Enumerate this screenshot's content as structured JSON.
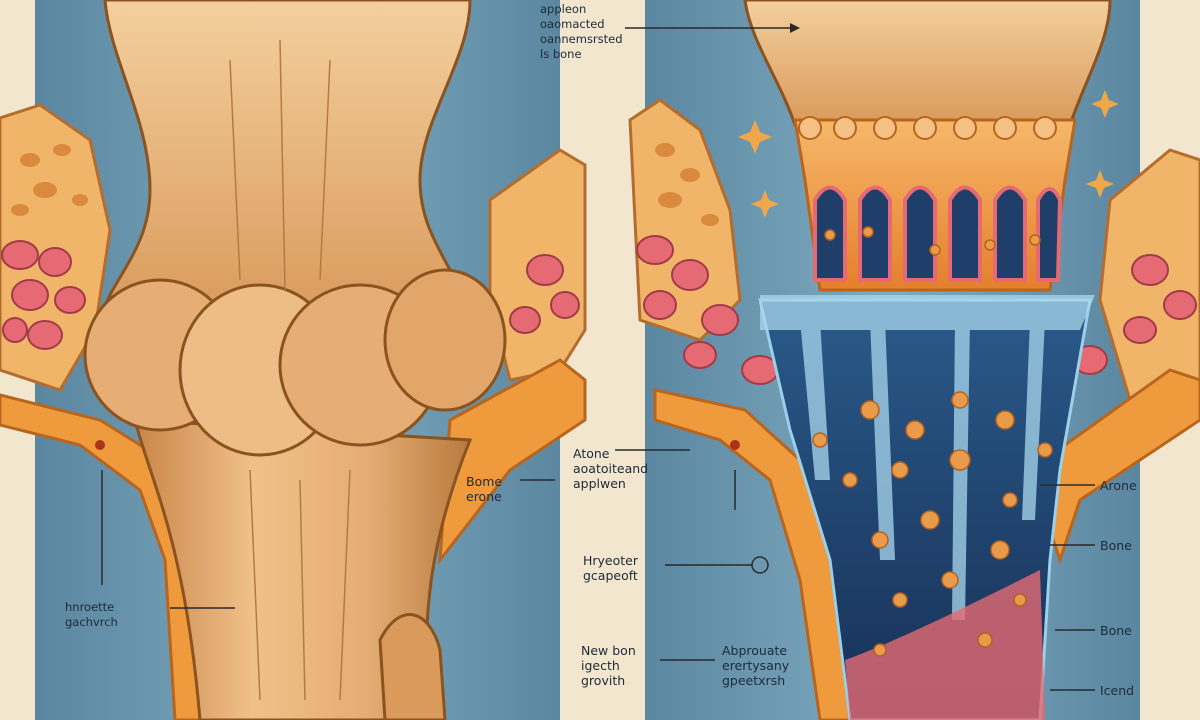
{
  "top_label": "appleon\noaomacted\noannemsrsted\nls bone",
  "left_panel": {
    "label_bome": "Bome\nerone",
    "label_hnroette": "hnroette\ngachvrch",
    "label_hypertion": "Hryeoter\ngcapeoft"
  },
  "center_labels": {
    "label_atone": "Atone\naoatoiteand\napplwen",
    "label_new_bon": "New bon\nigecth\ngrovith",
    "label_abprouate": "Abprouate\nerertysany\ngpeetxrsh"
  },
  "right_panel": {
    "label_arone": "Arone",
    "label_bone_1": "Bone",
    "label_bone_2": "Bone",
    "label_icend": "Icend"
  },
  "colors": {
    "background": "#f3e6cf",
    "blue_backdrop": "#4f86a6",
    "bone": "#e9b57f",
    "bone_shadow": "#c98648",
    "cortex_orange": "#ef9a3c",
    "marrow_red": "#e56a73",
    "spongy": "#f1b56a",
    "medulla_dark": "#1f3f6a",
    "fluid_blue": "#a9d8ee",
    "particle": "#e99a4a"
  }
}
